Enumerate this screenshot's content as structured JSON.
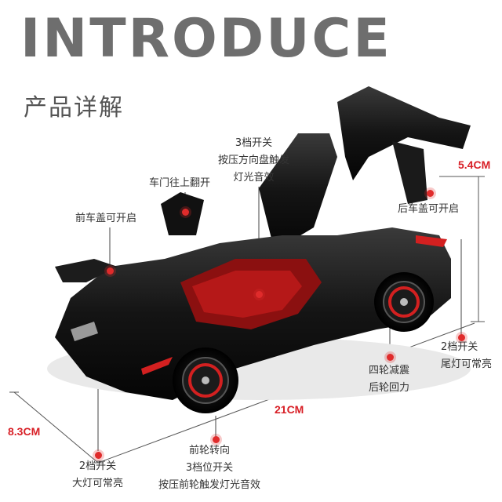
{
  "header": {
    "title": "INTRODUCE",
    "subtitle": "产品详解"
  },
  "dimensions": {
    "height": "5.4CM",
    "length": "21CM",
    "width": "8.3CM"
  },
  "features": {
    "top_switch": [
      "3档开关",
      "按压方向盘触发",
      "灯光音效"
    ],
    "door": "车门往上翻开",
    "front_hood": "前车盖可开启",
    "rear_hood": "后车盖可开启",
    "tail_light": [
      "2档开关",
      "尾灯可常亮"
    ],
    "suspension": [
      "四轮减震",
      "后轮回力"
    ],
    "headlight": [
      "2档开关",
      "大灯可常亮"
    ],
    "steering": [
      "前轮转向",
      "3档位开关",
      "按压前轮触发灯光音效"
    ]
  },
  "colors": {
    "accent": "#e02b2b",
    "dimension_text": "#d81f26",
    "car_body": "#111111"
  }
}
